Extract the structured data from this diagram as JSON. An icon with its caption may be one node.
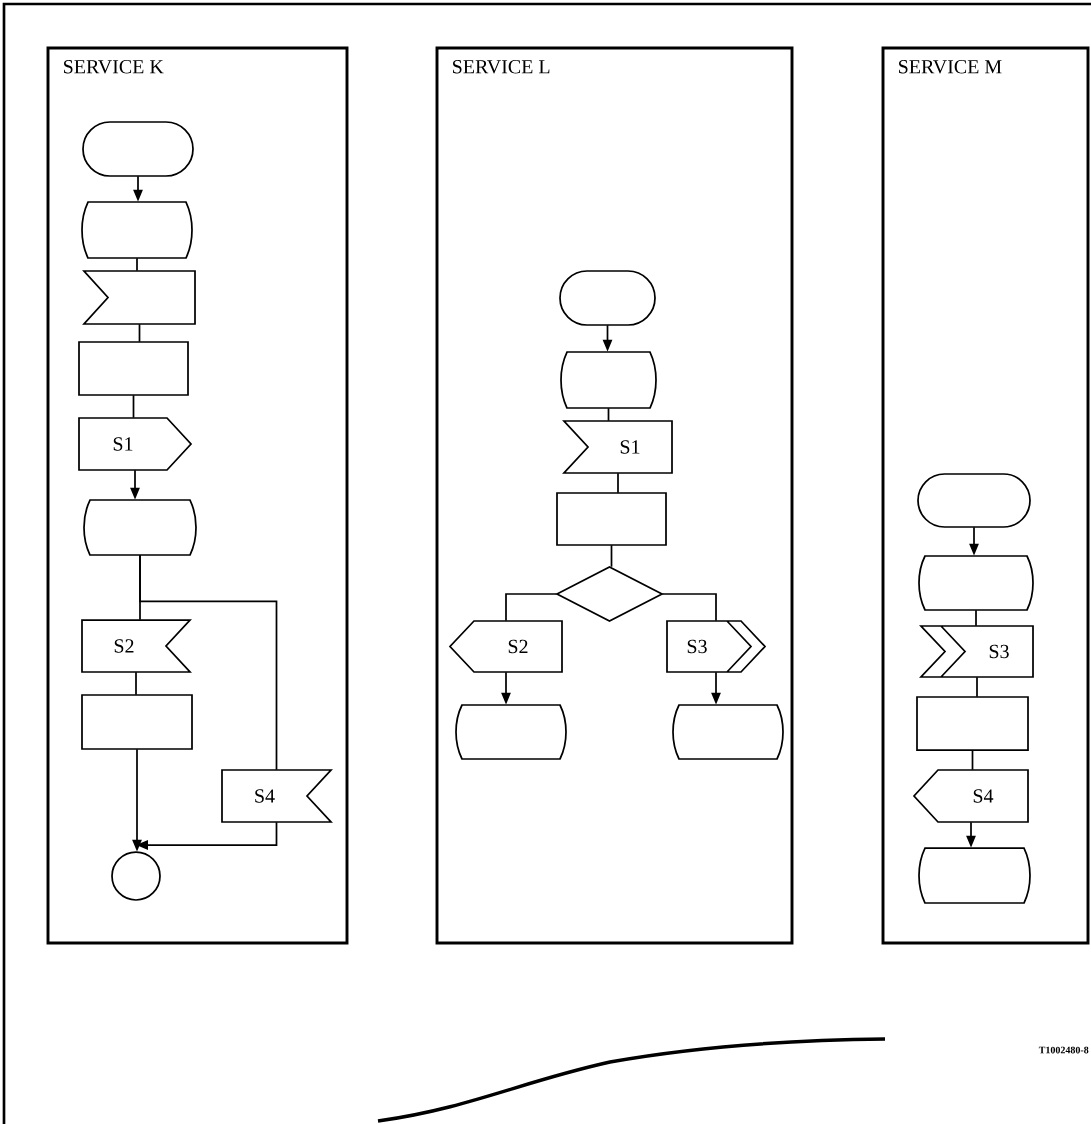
{
  "diagram": {
    "nodes": [
      {
        "text": [
          "SERVICE K"
        ]
      },
      {
        "text": [
          "SERVICE L"
        ]
      },
      {
        "text": [
          "SERVICE M"
        ]
      },
      {
        "text": [],
        "shape": "stadium",
        "in": 0
      },
      {
        "text": [],
        "shape": "barrel",
        "in": 0
      },
      {
        "text": [],
        "shape": "flag",
        "in": 0
      },
      {
        "text": [],
        "shape": "box",
        "in": 0
      },
      {
        "text": [
          "S1"
        ],
        "in": 0
      },
      {
        "text": [],
        "shape": "barrel",
        "in": 0
      },
      {
        "text": [
          "S2"
        ],
        "in": 0
      },
      {
        "text": [],
        "shape": "box",
        "in": 0
      },
      {
        "text": [
          "S4"
        ],
        "in": 0
      },
      {
        "text": [],
        "shape": "circle",
        "in": 0
      },
      {
        "text": [],
        "shape": "stadium",
        "in": 1
      },
      {
        "text": [],
        "shape": "barrel",
        "in": 1
      },
      {
        "text": [
          "S1"
        ],
        "in": 1
      },
      {
        "text": [],
        "shape": "box",
        "in": 1
      },
      {
        "text": [],
        "shape": "diamond",
        "in": 1
      },
      {
        "text": [
          "S2"
        ],
        "in": 1
      },
      {
        "text": [
          "S3"
        ],
        "in": 1
      },
      {
        "text": [],
        "shape": "barrel",
        "in": 1
      },
      {
        "text": [],
        "shape": "barrel",
        "in": 1
      },
      {
        "text": [],
        "shape": "stadium",
        "in": 2
      },
      {
        "text": [],
        "shape": "barrel",
        "in": 2
      },
      {
        "text": [
          "S3"
        ],
        "in": 2
      },
      {
        "text": [],
        "shape": "box",
        "in": 2
      },
      {
        "text": [
          "S4"
        ],
        "in": 2
      },
      {
        "text": [],
        "shape": "barrel",
        "in": 2
      }
    ],
    "edges": [
      {
        "from": 3,
        "to": 4,
        "arrow": "to"
      },
      {
        "from": 4,
        "to": 5,
        "arrow": "none"
      },
      {
        "from": 5,
        "to": 6,
        "arrow": "none"
      },
      {
        "from": 6,
        "to": 7,
        "arrow": "none"
      },
      {
        "from": 7,
        "to": 8,
        "arrow": "to"
      },
      {
        "from": 8,
        "to": 9,
        "arrow": "none"
      },
      {
        "from": 8,
        "to": 11,
        "arrow": "none"
      },
      {
        "from": 9,
        "to": 10,
        "arrow": "none"
      },
      {
        "from": 10,
        "to": 12,
        "arrow": "to"
      },
      {
        "from": 11,
        "to": 12,
        "arrow": "to"
      },
      {
        "from": 13,
        "to": 14,
        "arrow": "to"
      },
      {
        "from": 14,
        "to": 15,
        "arrow": "none"
      },
      {
        "from": 15,
        "to": 16,
        "arrow": "none"
      },
      {
        "from": 16,
        "to": 17,
        "arrow": "none"
      },
      {
        "from": 17,
        "to": 18,
        "arrow": "none"
      },
      {
        "from": 17,
        "to": 19,
        "arrow": "none"
      },
      {
        "from": 18,
        "to": 20,
        "arrow": "to"
      },
      {
        "from": 19,
        "to": 21,
        "arrow": "to"
      },
      {
        "from": 22,
        "to": 23,
        "arrow": "to"
      },
      {
        "from": 23,
        "to": 24,
        "arrow": "none"
      },
      {
        "from": 24,
        "to": 25,
        "arrow": "none"
      },
      {
        "from": 25,
        "to": 26,
        "arrow": "none"
      },
      {
        "from": 26,
        "to": 27,
        "arrow": "to"
      }
    ],
    "labels": [
      "T1002480-8"
    ]
  }
}
